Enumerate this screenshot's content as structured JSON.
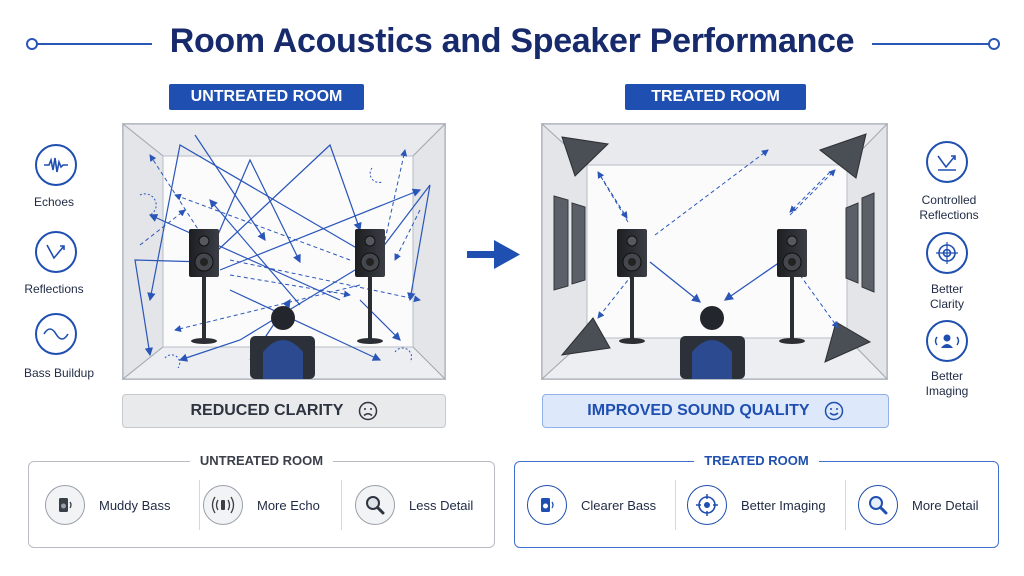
{
  "title": "Room Acoustics and Speaker Performance",
  "colors": {
    "accent": "#1f4fb0",
    "dark_text": "#172a6b",
    "wall": "#e6e8ec",
    "speaker": "#2b2e33"
  },
  "untreated": {
    "label": "UNTREATED ROOM",
    "side_items": [
      {
        "label": "Echoes",
        "icon": "waveform-icon"
      },
      {
        "label": "Reflections",
        "icon": "reflection-arrow-icon"
      },
      {
        "label": "Bass Buildup",
        "icon": "sine-wave-icon"
      }
    ],
    "result": "REDUCED CLARITY",
    "result_icon": "sad-face-icon"
  },
  "treated": {
    "label": "TREATED ROOM",
    "side_items": [
      {
        "label": "Controlled Reflections",
        "icon": "controlled-reflection-icon"
      },
      {
        "label": "Better Clarity",
        "icon": "target-icon"
      },
      {
        "label": "Better Imaging",
        "icon": "listener-imaging-icon"
      }
    ],
    "result": "IMPROVED SOUND QUALITY",
    "result_icon": "smiley-face-icon"
  },
  "comparison": {
    "untreated": {
      "title": "UNTREATED ROOM",
      "items": [
        {
          "label": "Muddy Bass",
          "icon": "speaker-icon"
        },
        {
          "label": "More Echo",
          "icon": "echo-icon"
        },
        {
          "label": "Less Detail",
          "icon": "magnifier-icon"
        }
      ]
    },
    "treated": {
      "title": "TREATED ROOM",
      "items": [
        {
          "label": "Clearer Bass",
          "icon": "speaker-icon"
        },
        {
          "label": "Better Imaging",
          "icon": "crosshair-icon"
        },
        {
          "label": "More Detail",
          "icon": "magnifier-icon"
        }
      ]
    }
  }
}
